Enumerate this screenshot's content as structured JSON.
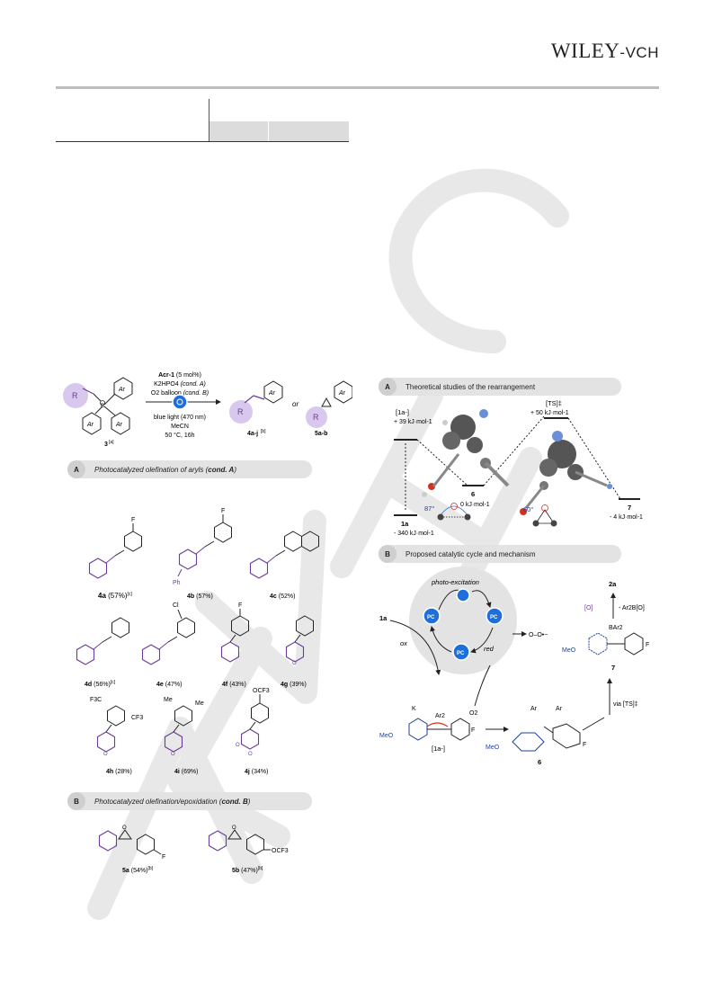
{
  "header": {
    "logo_main": "WILEY",
    "logo_sep": "-",
    "logo_sub": "VCH"
  },
  "scheme_top": {
    "reactant": "3",
    "reactant_sup": "[a]",
    "catalyst": "Acr-1",
    "catalyst_loading": "(5 mol%)",
    "base": "K2HPO4",
    "cond_a": "(cond. A)",
    "oxidant": "O2 balloon",
    "cond_b": "(cond. B)",
    "light": "blue light (470 nm)",
    "solvent": "MeCN",
    "temp_time": "50 °C, 16h",
    "product_a": "4a-j",
    "product_a_sup": "[b]",
    "or": "or",
    "product_b": "5a-b",
    "ar": "Ar",
    "r": "R",
    "b": "B"
  },
  "section_a": {
    "letter": "A",
    "title": "Photocatalyzed olefination of aryls (",
    "bold": "cond. A",
    "close": ")"
  },
  "section_b": {
    "letter": "B",
    "title": "Photocatalyzed olefination/epoxidation (",
    "bold": "cond. B",
    "close": ")"
  },
  "products": [
    {
      "id": "4a",
      "yield": "(57%)",
      "sup": "[c]"
    },
    {
      "id": "4b",
      "yield": "(57%)",
      "sup": ""
    },
    {
      "id": "4c",
      "yield": "(52%)",
      "sup": ""
    },
    {
      "id": "4d",
      "yield": "(56%)",
      "sup": "[c]"
    },
    {
      "id": "4e",
      "yield": "(47%)",
      "sup": ""
    },
    {
      "id": "4f",
      "yield": "(43%)",
      "sup": ""
    },
    {
      "id": "4g",
      "yield": "(39%)",
      "sup": ""
    },
    {
      "id": "4h",
      "yield": "(28%)",
      "sup": ""
    },
    {
      "id": "4i",
      "yield": "(69%)",
      "sup": ""
    },
    {
      "id": "4j",
      "yield": "(34%)",
      "sup": ""
    },
    {
      "id": "5a",
      "yield": "(54%)",
      "sup": "[b]"
    },
    {
      "id": "5b",
      "yield": "(47%)",
      "sup": "[b]"
    }
  ],
  "substituents": {
    "f": "F",
    "ph": "Ph",
    "cl": "Cl",
    "me": "Me",
    "ocf3": "OCF3",
    "cf3": "CF3",
    "f3c": "F3C",
    "o": "O"
  },
  "theory": {
    "letter": "A",
    "title": "Theoretical studies of the rearrangement",
    "s1a_anion": "[1a-]",
    "s1a_anion_e": "+ 39 kJ·mol-1",
    "ts": "[TS]‡",
    "ts_e": "+ 50 kJ·mol-1",
    "s6": "6",
    "s6_e": "0 kJ·mol-1",
    "s1a": "1a",
    "s1a_e": "- 340 kJ·mol-1",
    "s7": "7",
    "s7_e": "- 4 kJ·mol-1",
    "angle1": "87°",
    "angle2": "60°"
  },
  "mechanism": {
    "letter": "B",
    "title": "Proposed catalytic cycle and mechanism",
    "photo": "photo-excitation",
    "pc": "PC",
    "ox": "ox",
    "red": "red",
    "o2": "O2",
    "superoxide": "O–O•−",
    "s1a": "1a",
    "s2a": "2a",
    "o_reagent": "[O]",
    "byproduct": "- Ar2B[O]",
    "s7": "7",
    "s6": "6",
    "s1a_anion": "[1a-]",
    "via": "via [TS]‡",
    "meo": "MeO",
    "f": "F",
    "k": "K",
    "ar2": "Ar2",
    "bar2": "BAr2",
    "ar": "Ar"
  },
  "colors": {
    "purple": "#6a3d9a",
    "lavender": "#d9c8ee",
    "blue": "#1e6fd9",
    "gray_bar": "#e3e3e3",
    "red": "#d7301f"
  }
}
